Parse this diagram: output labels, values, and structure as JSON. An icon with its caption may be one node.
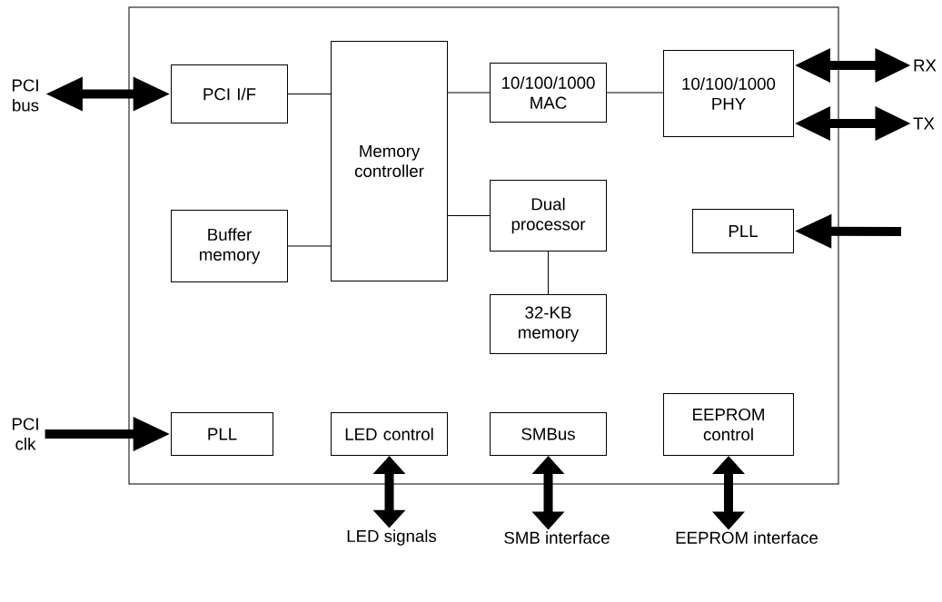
{
  "diagram": {
    "nodes": [
      {
        "text": [],
        "shape": "box"
      },
      {
        "text": [
          "PCI I/F"
        ],
        "in": 0
      },
      {
        "text": [
          "Memory controller"
        ],
        "in": 0
      },
      {
        "text": [
          "10/100/1000 MAC"
        ],
        "in": 0
      },
      {
        "text": [
          "10/100/1000 PHY"
        ],
        "in": 0
      },
      {
        "text": [
          "Buffer memory"
        ],
        "in": 0
      },
      {
        "text": [
          "Dual processor"
        ],
        "in": 0
      },
      {
        "text": [
          "PLL"
        ],
        "in": 0
      },
      {
        "text": [
          "32-KB memory"
        ],
        "in": 0
      },
      {
        "text": [
          "PLL"
        ],
        "in": 0
      },
      {
        "text": [
          "LED control"
        ],
        "in": 0
      },
      {
        "text": [
          "SMBus"
        ],
        "in": 0
      },
      {
        "text": [
          "EEPROM control"
        ],
        "in": 0
      },
      {
        "text": [
          "PCI bus"
        ]
      },
      {
        "text": [
          "RX"
        ]
      },
      {
        "text": [
          "TX"
        ]
      },
      {
        "text": [
          "PCI clk"
        ]
      },
      {
        "text": [
          "LED signals"
        ]
      },
      {
        "text": [
          "SMB interface"
        ]
      },
      {
        "text": [
          "EEPROM interface"
        ]
      }
    ],
    "edges": [
      {
        "from": 1,
        "to": 2,
        "arrow": "none"
      },
      {
        "from": 2,
        "to": 3,
        "arrow": "none"
      },
      {
        "from": 3,
        "to": 4,
        "arrow": "none"
      },
      {
        "from": 5,
        "to": 2,
        "arrow": "none"
      },
      {
        "from": 2,
        "to": 6,
        "arrow": "none"
      },
      {
        "from": 6,
        "to": 8,
        "arrow": "none"
      },
      {
        "from": 13,
        "to": 1,
        "arrow": "both"
      },
      {
        "from": 4,
        "to": 14,
        "arrow": "both"
      },
      {
        "from": 4,
        "to": 15,
        "arrow": "both"
      },
      {
        "from": null,
        "to": 7,
        "arrow": "to"
      },
      {
        "from": 16,
        "to": 9,
        "arrow": "to"
      },
      {
        "from": 10,
        "to": 17,
        "arrow": "both"
      },
      {
        "from": 11,
        "to": 18,
        "arrow": "both"
      },
      {
        "from": 12,
        "to": 19,
        "arrow": "both"
      }
    ]
  }
}
